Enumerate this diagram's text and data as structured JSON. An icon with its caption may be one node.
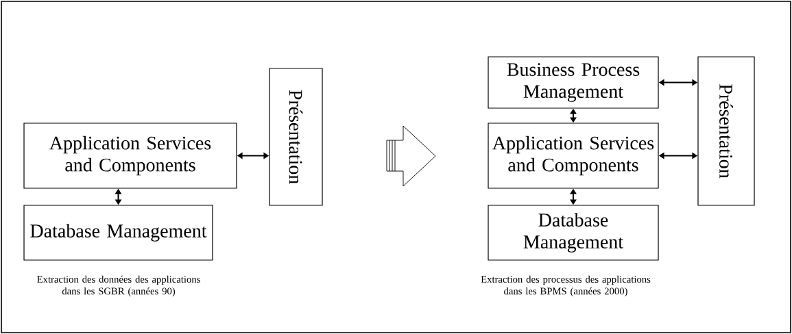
{
  "diagram": {
    "nodes": [
      {
        "text": [
          "Application Services and Components"
        ]
      },
      {
        "text": [
          "Présentation"
        ]
      },
      {
        "text": [
          "Database Management"
        ]
      },
      {
        "text": [],
        "shape": "arrow"
      },
      {
        "text": [
          "Business Process Management"
        ]
      },
      {
        "text": [
          "Application Services and Components"
        ]
      },
      {
        "text": [
          "Présentation"
        ]
      },
      {
        "text": [
          "Database Management"
        ]
      }
    ],
    "edges": [
      {
        "from": 0,
        "to": 1,
        "arrow": "both"
      },
      {
        "from": 0,
        "to": 2,
        "arrow": "both"
      },
      {
        "from": 4,
        "to": 6,
        "arrow": "both"
      },
      {
        "from": 4,
        "to": 5,
        "arrow": "both"
      },
      {
        "from": 5,
        "to": 6,
        "arrow": "both"
      },
      {
        "from": 5,
        "to": 7,
        "arrow": "both"
      }
    ],
    "labels": [
      "Extraction des données des applications dans les SGBR (années 90)",
      "Extraction des processus des applications dans les BPMS (années 2000)"
    ]
  }
}
